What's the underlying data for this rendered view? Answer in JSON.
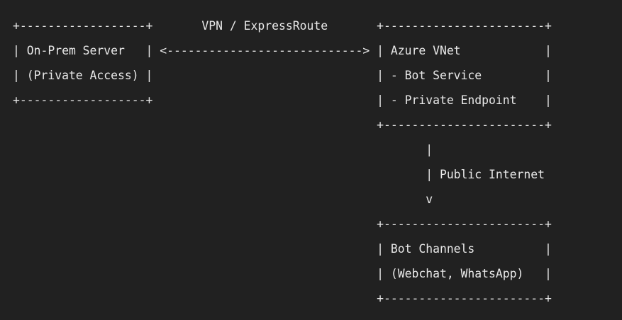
{
  "diagram": {
    "lines": [
      "+------------------+       VPN / ExpressRoute       +-----------------------+",
      "| On-Prem Server   | <----------------------------> | Azure VNet            |",
      "| (Private Access) |                                | - Bot Service         |",
      "+------------------+                                | - Private Endpoint    |",
      "                                                    +-----------------------+",
      "                                                           |",
      "                                                           | Public Internet",
      "                                                           v",
      "                                                    +-----------------------+",
      "                                                    | Bot Channels          |",
      "                                                    | (Webchat, WhatsApp)   |",
      "                                                    +-----------------------+"
    ]
  }
}
